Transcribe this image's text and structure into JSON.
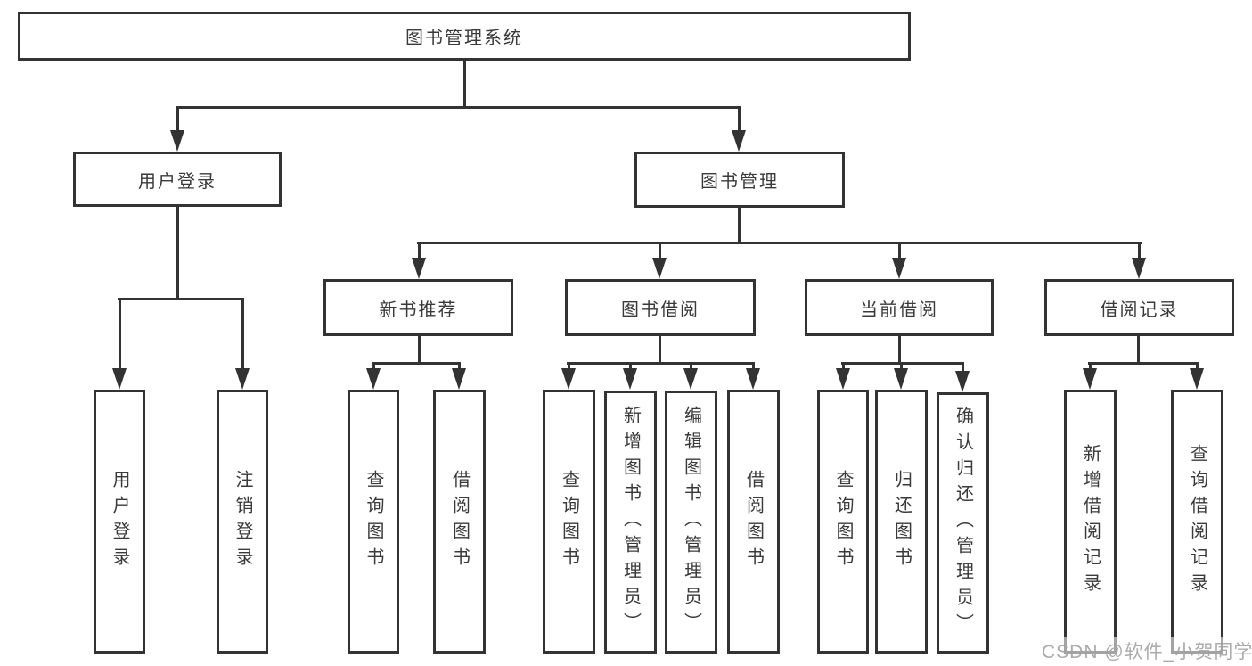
{
  "diagram": {
    "title": "图书管理系统",
    "root": {
      "label": "图书管理系统"
    },
    "level2": [
      {
        "label": "用户登录"
      },
      {
        "label": "图书管理"
      }
    ],
    "level3": [
      {
        "label": "新书推荐"
      },
      {
        "label": "图书借阅"
      },
      {
        "label": "当前借阅"
      },
      {
        "label": "借阅记录"
      }
    ],
    "leaves": {
      "login": [
        {
          "label": "用户登录"
        },
        {
          "label": "注销登录"
        }
      ],
      "recommend": [
        {
          "label": "查询图书"
        },
        {
          "label": "借阅图书"
        }
      ],
      "borrow": [
        {
          "label": "查询图书"
        },
        {
          "label": "新增图书（管理员）"
        },
        {
          "label": "编辑图书（管理员）"
        },
        {
          "label": "借阅图书"
        }
      ],
      "current": [
        {
          "label": "查询图书"
        },
        {
          "label": "归还图书"
        },
        {
          "label": "确认归还（管理员）"
        }
      ],
      "records": [
        {
          "label": "新增借阅记录"
        },
        {
          "label": "查询借阅记录"
        }
      ]
    },
    "colors": {
      "line": "#333333",
      "text": "#3a3a3a",
      "background": "#ffffff",
      "watermark": "#a2a2a2"
    },
    "watermark": "CSDN @软件_小贺同学"
  }
}
